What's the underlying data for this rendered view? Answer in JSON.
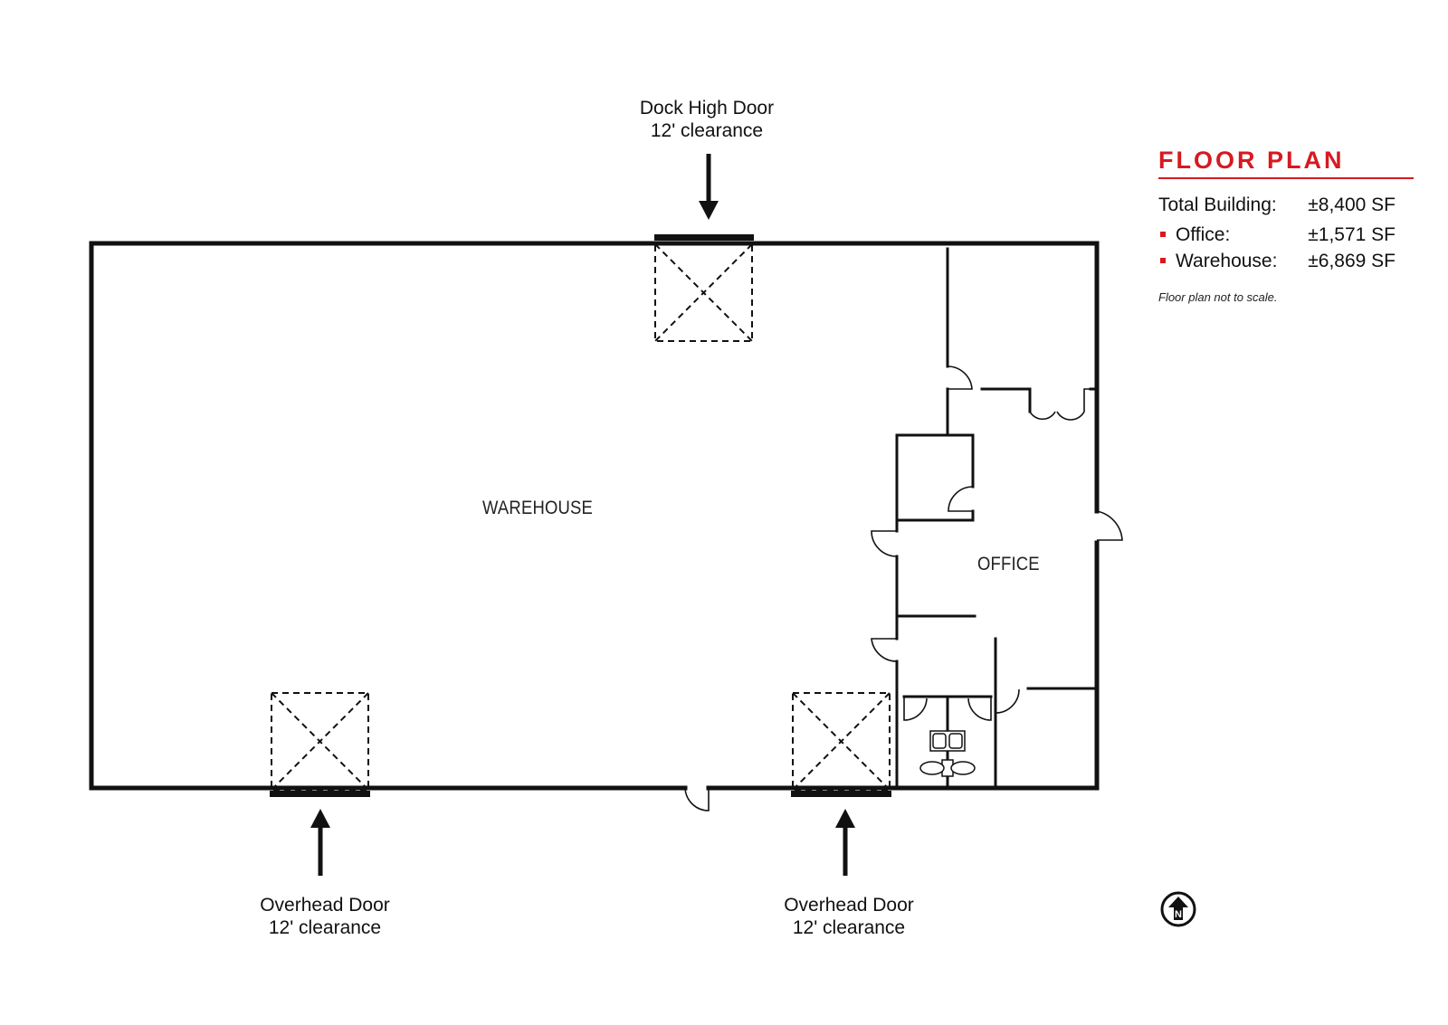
{
  "legend": {
    "title": "FLOOR PLAN",
    "accent_color": "#d71920",
    "stats": [
      {
        "label": "Total Building:",
        "value": "±8,400 SF",
        "bullet": false
      },
      {
        "label": "Office:",
        "value": "±1,571 SF",
        "bullet": true
      },
      {
        "label": "Warehouse:",
        "value": "±6,869 SF",
        "bullet": true
      }
    ],
    "note": "Floor plan not to scale."
  },
  "doors": {
    "dock_high": {
      "name": "Dock High Door",
      "clearance": "12' clearance"
    },
    "overhead_left": {
      "name": "Overhead Door",
      "clearance": "12' clearance"
    },
    "overhead_right": {
      "name": "Overhead Door",
      "clearance": "12' clearance"
    }
  },
  "rooms": {
    "warehouse": "WAREHOUSE",
    "office": "OFFICE"
  },
  "north_arrow": {
    "icon": "north-arrow-icon",
    "letter": "N"
  }
}
